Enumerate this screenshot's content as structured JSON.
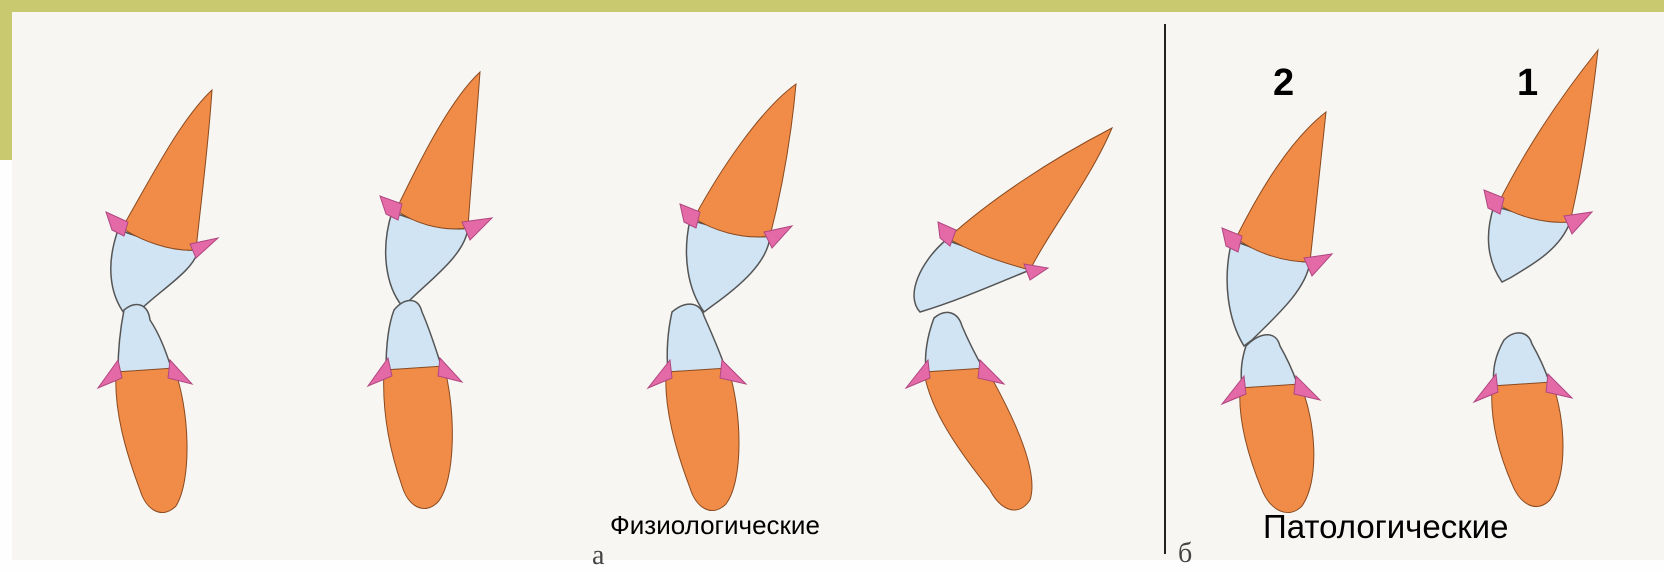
{
  "labels": {
    "physiological": "Физиологические",
    "pathological": "Патологические",
    "num_2": "2",
    "num_1": "1",
    "letter_a": "а",
    "letter_b": "б"
  },
  "colors": {
    "orange": "#f08c48",
    "blue": "#d0e4f4",
    "pink": "#e36aa6",
    "outline": "#555555",
    "divider": "#222222",
    "accent": "#c9c96f",
    "accent_dark": "#5f1a2b"
  }
}
